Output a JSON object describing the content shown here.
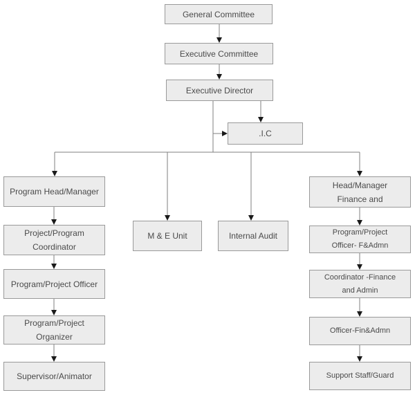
{
  "diagram_type": "org-chart",
  "colors": {
    "background": "#ffffff",
    "box_fill": "#ececec",
    "box_border": "#999999",
    "connector_line": "#7f7f7f",
    "arrowhead": "#1a1a1a",
    "text": "#4a4a4a"
  },
  "nodes": {
    "general_committee": {
      "label": "General Committee"
    },
    "executive_committee": {
      "label": "Executive Committee"
    },
    "executive_director": {
      "label": "Executive Director"
    },
    "ic": {
      "label": ".I.C"
    },
    "program_head_manager": {
      "label": "Program Head/Manager"
    },
    "project_program_coordinator": {
      "line1": "Project/Program",
      "line2": "Coordinator"
    },
    "program_project_officer": {
      "label": "Program/Project Officer"
    },
    "program_project_organizer": {
      "line1": "Program/Project",
      "line2": "Organizer"
    },
    "supervisor_animator": {
      "label": "Supervisor/Animator"
    },
    "me_unit": {
      "label": "M & E Unit"
    },
    "internal_audit": {
      "label": "Internal Audit"
    },
    "head_manager_finance": {
      "line1": "Head/Manager",
      "line2": "Finance and"
    },
    "program_project_officer_fadmn": {
      "line1": "Program/Project",
      "line2": "Officer- F&Admn"
    },
    "coordinator_finance_admin": {
      "line1": "Coordinator -Finance",
      "line2": "and Admin"
    },
    "officer_fin_admn": {
      "label": "Officer-Fin&Admn"
    },
    "support_staff_guard": {
      "label": "Support Staff/Guard"
    }
  },
  "edges": [
    {
      "from": "general_committee",
      "to": "executive_committee"
    },
    {
      "from": "executive_committee",
      "to": "executive_director"
    },
    {
      "from": "executive_director",
      "to": "ic",
      "note": "arrow into top of .I.C"
    },
    {
      "from": "executive_director",
      "to": "ic",
      "note": "arrow into left side of .I.C"
    },
    {
      "from": "executive_director",
      "to": "program_head_manager"
    },
    {
      "from": "executive_director",
      "to": "me_unit"
    },
    {
      "from": "executive_director",
      "to": "internal_audit"
    },
    {
      "from": "executive_director",
      "to": "head_manager_finance"
    },
    {
      "from": "program_head_manager",
      "to": "project_program_coordinator"
    },
    {
      "from": "project_program_coordinator",
      "to": "program_project_officer"
    },
    {
      "from": "program_project_officer",
      "to": "program_project_organizer"
    },
    {
      "from": "program_project_organizer",
      "to": "supervisor_animator"
    },
    {
      "from": "head_manager_finance",
      "to": "program_project_officer_fadmn"
    },
    {
      "from": "program_project_officer_fadmn",
      "to": "coordinator_finance_admin"
    },
    {
      "from": "coordinator_finance_admin",
      "to": "officer_fin_admn"
    },
    {
      "from": "officer_fin_admn",
      "to": "support_staff_guard"
    }
  ]
}
